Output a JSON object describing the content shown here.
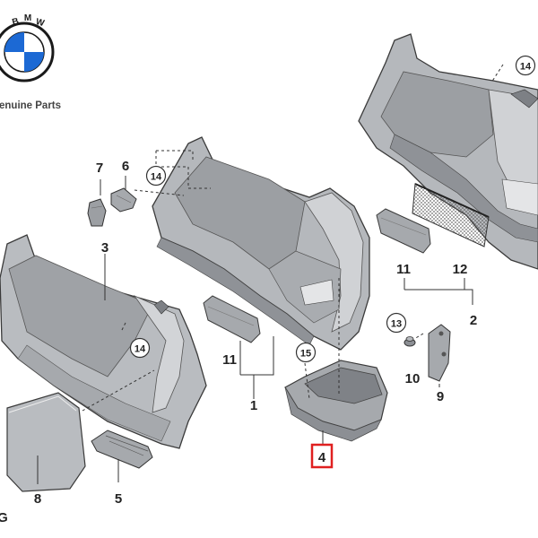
{
  "brand": {
    "logo_letters": [
      "B",
      "M",
      "W"
    ],
    "tagline": "enuine Parts",
    "colors": {
      "blue": "#1c69d4",
      "ring": "#1a1a1a",
      "white": "#ffffff"
    }
  },
  "colors": {
    "part_fill": "#b5b8bc",
    "part_shade": "#8c8f94",
    "part_light": "#d4d6d9",
    "outline": "#3a3a3a",
    "leader": "#333333",
    "highlight": "#e02020"
  },
  "callouts": {
    "c1": "1",
    "c2": "2",
    "c3": "3",
    "c4": "4",
    "c5": "5",
    "c6": "6",
    "c7": "7",
    "c8": "8",
    "c9": "9",
    "c10": "10",
    "c11a": "11",
    "c11b": "11",
    "c12": "12",
    "c13": "13",
    "c14a": "14",
    "c14b": "14",
    "c14c": "14",
    "c15": "15"
  },
  "highlighted_callout": "4",
  "footer_letter": "G"
}
